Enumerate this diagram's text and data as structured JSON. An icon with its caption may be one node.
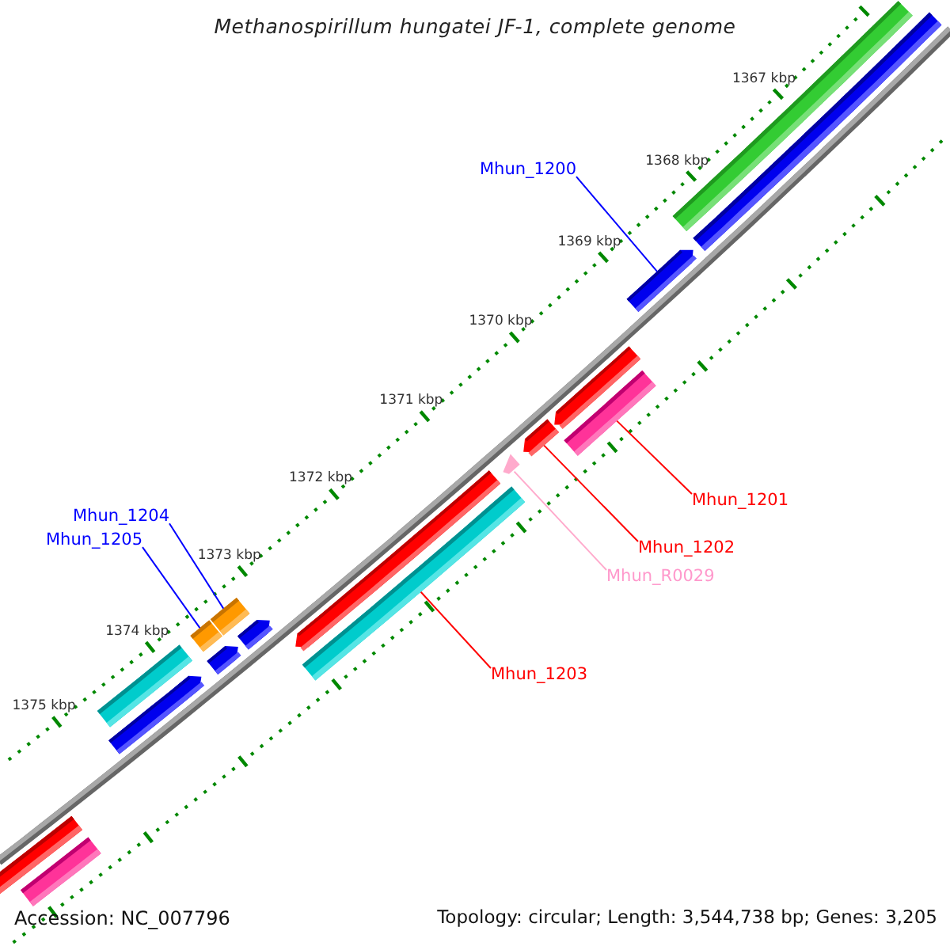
{
  "diagram": {
    "title": "Methanospirillum hungatei JF-1, complete genome",
    "nodes": [
      {
        "text": [
          "Mhun_1200"
        ]
      },
      {
        "text": [
          "Mhun_1204"
        ]
      },
      {
        "text": [
          "Mhun_1205"
        ]
      },
      {
        "text": [
          "Mhun_1201"
        ]
      },
      {
        "text": [
          "Mhun_1202"
        ]
      },
      {
        "text": [
          "Mhun_R0029"
        ]
      },
      {
        "text": [
          "Mhun_1203"
        ]
      },
      {
        "text": [],
        "shape": "bar"
      },
      {
        "text": [],
        "shape": "bar"
      },
      {
        "text": [],
        "shape": "arrow"
      },
      {
        "text": [],
        "shape": "arrow"
      },
      {
        "text": [],
        "shape": "bar"
      },
      {
        "text": [],
        "shape": "arrow"
      },
      {
        "text": [],
        "shape": "triangle"
      },
      {
        "text": [],
        "shape": "arrow"
      },
      {
        "text": [],
        "shape": "bar"
      },
      {
        "text": [],
        "shape": "bar"
      },
      {
        "text": [],
        "shape": "arrow"
      },
      {
        "text": [],
        "shape": "bar"
      },
      {
        "text": [],
        "shape": "arrow"
      },
      {
        "text": [],
        "shape": "bar"
      },
      {
        "text": [],
        "shape": "arrow"
      },
      {
        "text": [],
        "shape": "bar"
      },
      {
        "text": [],
        "shape": "bar"
      }
    ],
    "edges": [
      {
        "from": 0,
        "to": 9,
        "arrow": "none",
        "color": "#0000ff"
      },
      {
        "from": 3,
        "to": 11,
        "arrow": "none",
        "color": "#ff0000"
      },
      {
        "from": 4,
        "to": 12,
        "arrow": "none",
        "color": "#ff0000"
      },
      {
        "from": 5,
        "to": 13,
        "arrow": "none",
        "color": "#ffaacc"
      },
      {
        "from": 6,
        "to": 15,
        "arrow": "none",
        "color": "#ff0000"
      },
      {
        "from": 1,
        "to": 16,
        "arrow": "none",
        "color": "#0000ff"
      },
      {
        "from": 2,
        "to": 18,
        "arrow": "none",
        "color": "#0000ff"
      }
    ],
    "labels": [
      "1367 kbp",
      "1368 kbp",
      "1369 kbp",
      "1370 kbp",
      "1371 kbp",
      "1372 kbp",
      "1373 kbp",
      "1374 kbp",
      "1375 kbp",
      "Accession: NC_007796",
      "Topology: circular; Length: 3,544,738 bp; Genes: 3,205"
    ]
  }
}
